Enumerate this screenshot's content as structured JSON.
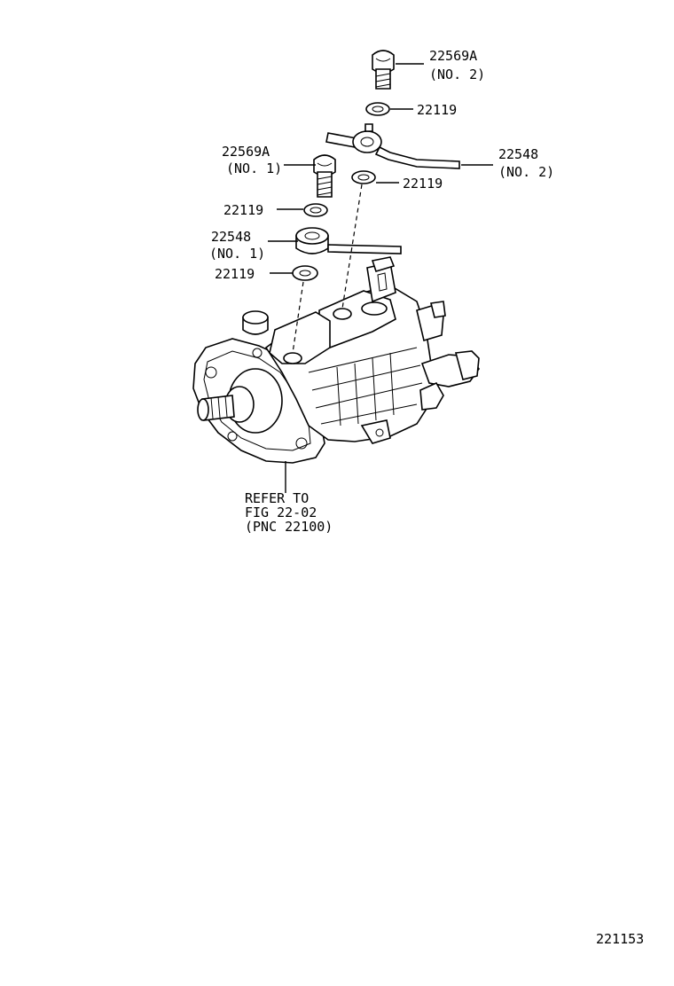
{
  "callouts": {
    "bolt_no2_part": "22569A",
    "bolt_no2_sub": "(NO. 2)",
    "gasket_top": "22119",
    "bolt_no1_part": "22569A",
    "bolt_no1_sub": "(NO. 1)",
    "union_no2_part": "22548",
    "union_no2_sub": "(NO. 2)",
    "gasket_mid_right": "22119",
    "gasket_mid_left": "22119",
    "union_no1_part": "22548",
    "union_no1_sub": "(NO. 1)",
    "gasket_lower": "22119"
  },
  "reference_note": {
    "line1": "REFER TO",
    "line2": "FIG 22-02",
    "line3": "(PNC 22100)"
  },
  "figure_code": "221153"
}
